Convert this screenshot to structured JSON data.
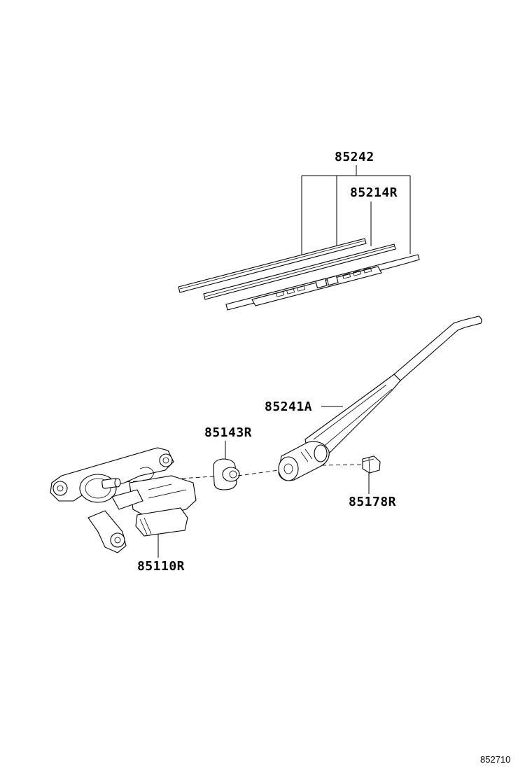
{
  "parts": {
    "blade_assembly": "85242",
    "blade_insert": "85214R",
    "wiper_arm": "85241A",
    "arm_nut_cap": "85143R",
    "pivot_nut": "85178R",
    "wiper_motor": "85110R"
  },
  "figure_code": "852710",
  "colors": {
    "line": "#000000",
    "background": "#ffffff"
  }
}
